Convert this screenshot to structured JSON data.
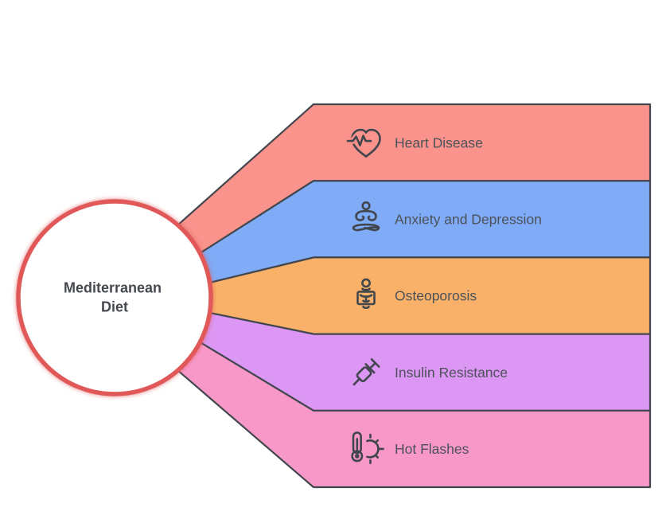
{
  "center": {
    "label": "Mediterranean Diet",
    "title_lines": [
      "Mediterranean",
      "Diet"
    ],
    "ring_color": "#e05858",
    "fill_color": "#ffffff",
    "text_color": "#45494f"
  },
  "bands": [
    {
      "label": "Heart Disease",
      "color": "#f9938c",
      "icon": "heart-pulse-icon"
    },
    {
      "label": "Anxiety and Depression",
      "color": "#7fabf7",
      "icon": "meditation-icon"
    },
    {
      "label": "Osteoporosis",
      "color": "#f9b169",
      "icon": "skeleton-xray-icon"
    },
    {
      "label": "Insulin Resistance",
      "color": "#db97f3",
      "icon": "syringe-icon"
    },
    {
      "label": "Hot Flashes",
      "color": "#f898c9",
      "icon": "thermometer-sun-icon"
    }
  ],
  "style": {
    "outline_color": "#42474e",
    "label_color": "#4d525a",
    "background": "#ffffff"
  }
}
